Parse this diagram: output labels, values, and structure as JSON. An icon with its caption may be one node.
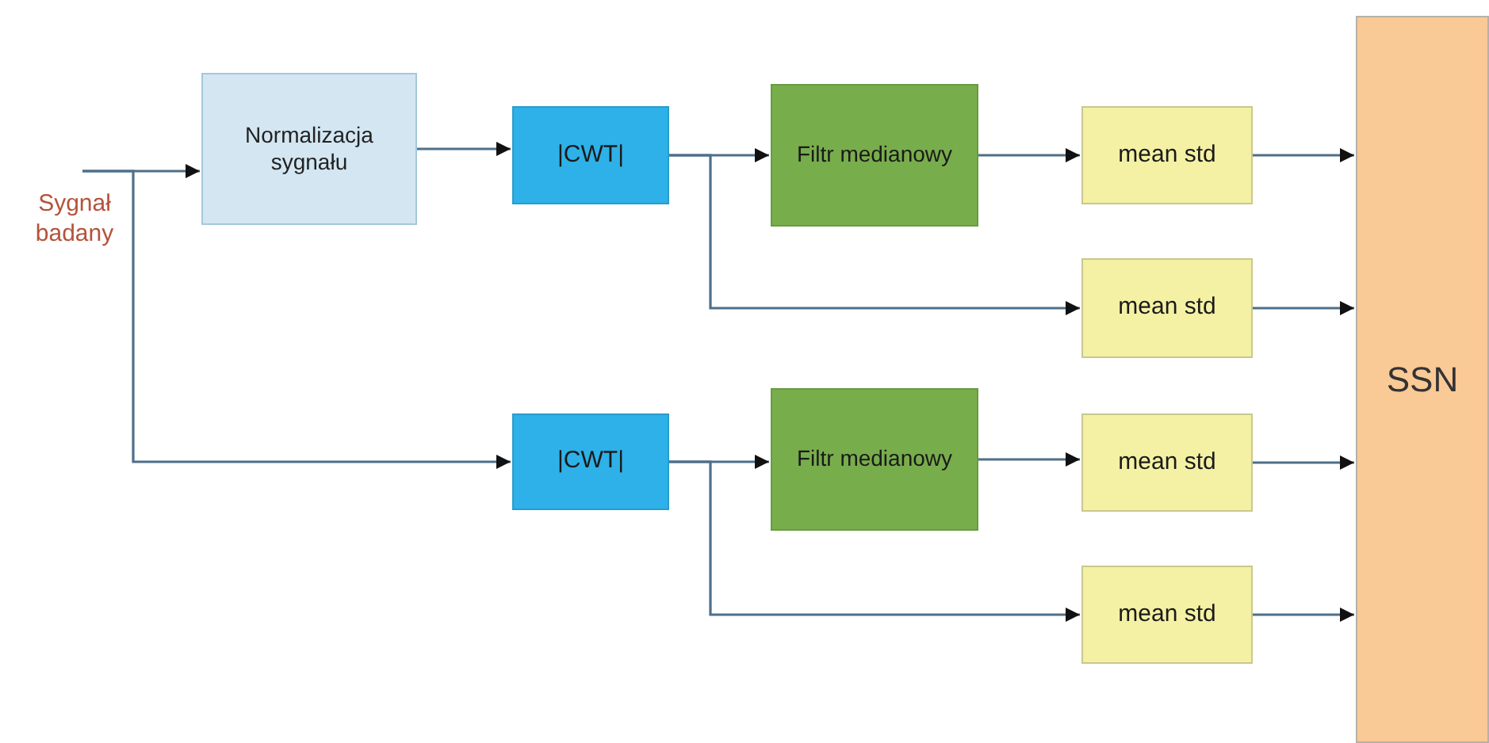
{
  "diagram": {
    "nodes": [
      {
        "text": [
          "Sygnał badany"
        ]
      },
      {
        "text": [
          "Normalizacja sygnału"
        ]
      },
      {
        "text": [
          "|CWT|"
        ]
      },
      {
        "text": [
          "Filtr medianowy"
        ]
      },
      {
        "text": [
          "mean std"
        ]
      },
      {
        "text": [
          "mean std"
        ]
      },
      {
        "text": [
          "|CWT|"
        ]
      },
      {
        "text": [
          "Filtr medianowy"
        ]
      },
      {
        "text": [
          "mean std"
        ]
      },
      {
        "text": [
          "mean std"
        ]
      },
      {
        "text": [
          "SSN"
        ]
      }
    ],
    "edges": [
      {
        "from": 0,
        "to": 1,
        "arrow": "to"
      },
      {
        "from": 0,
        "to": 6,
        "arrow": "to"
      },
      {
        "from": 1,
        "to": 2,
        "arrow": "to"
      },
      {
        "from": 2,
        "to": 3,
        "arrow": "to"
      },
      {
        "from": 2,
        "to": 5,
        "arrow": "to"
      },
      {
        "from": 3,
        "to": 4,
        "arrow": "to"
      },
      {
        "from": 4,
        "to": 10,
        "arrow": "to"
      },
      {
        "from": 5,
        "to": 10,
        "arrow": "to"
      },
      {
        "from": 6,
        "to": 7,
        "arrow": "to"
      },
      {
        "from": 6,
        "to": 9,
        "arrow": "to"
      },
      {
        "from": 7,
        "to": 8,
        "arrow": "to"
      },
      {
        "from": 8,
        "to": 10,
        "arrow": "to"
      },
      {
        "from": 9,
        "to": 10,
        "arrow": "to"
      }
    ]
  }
}
